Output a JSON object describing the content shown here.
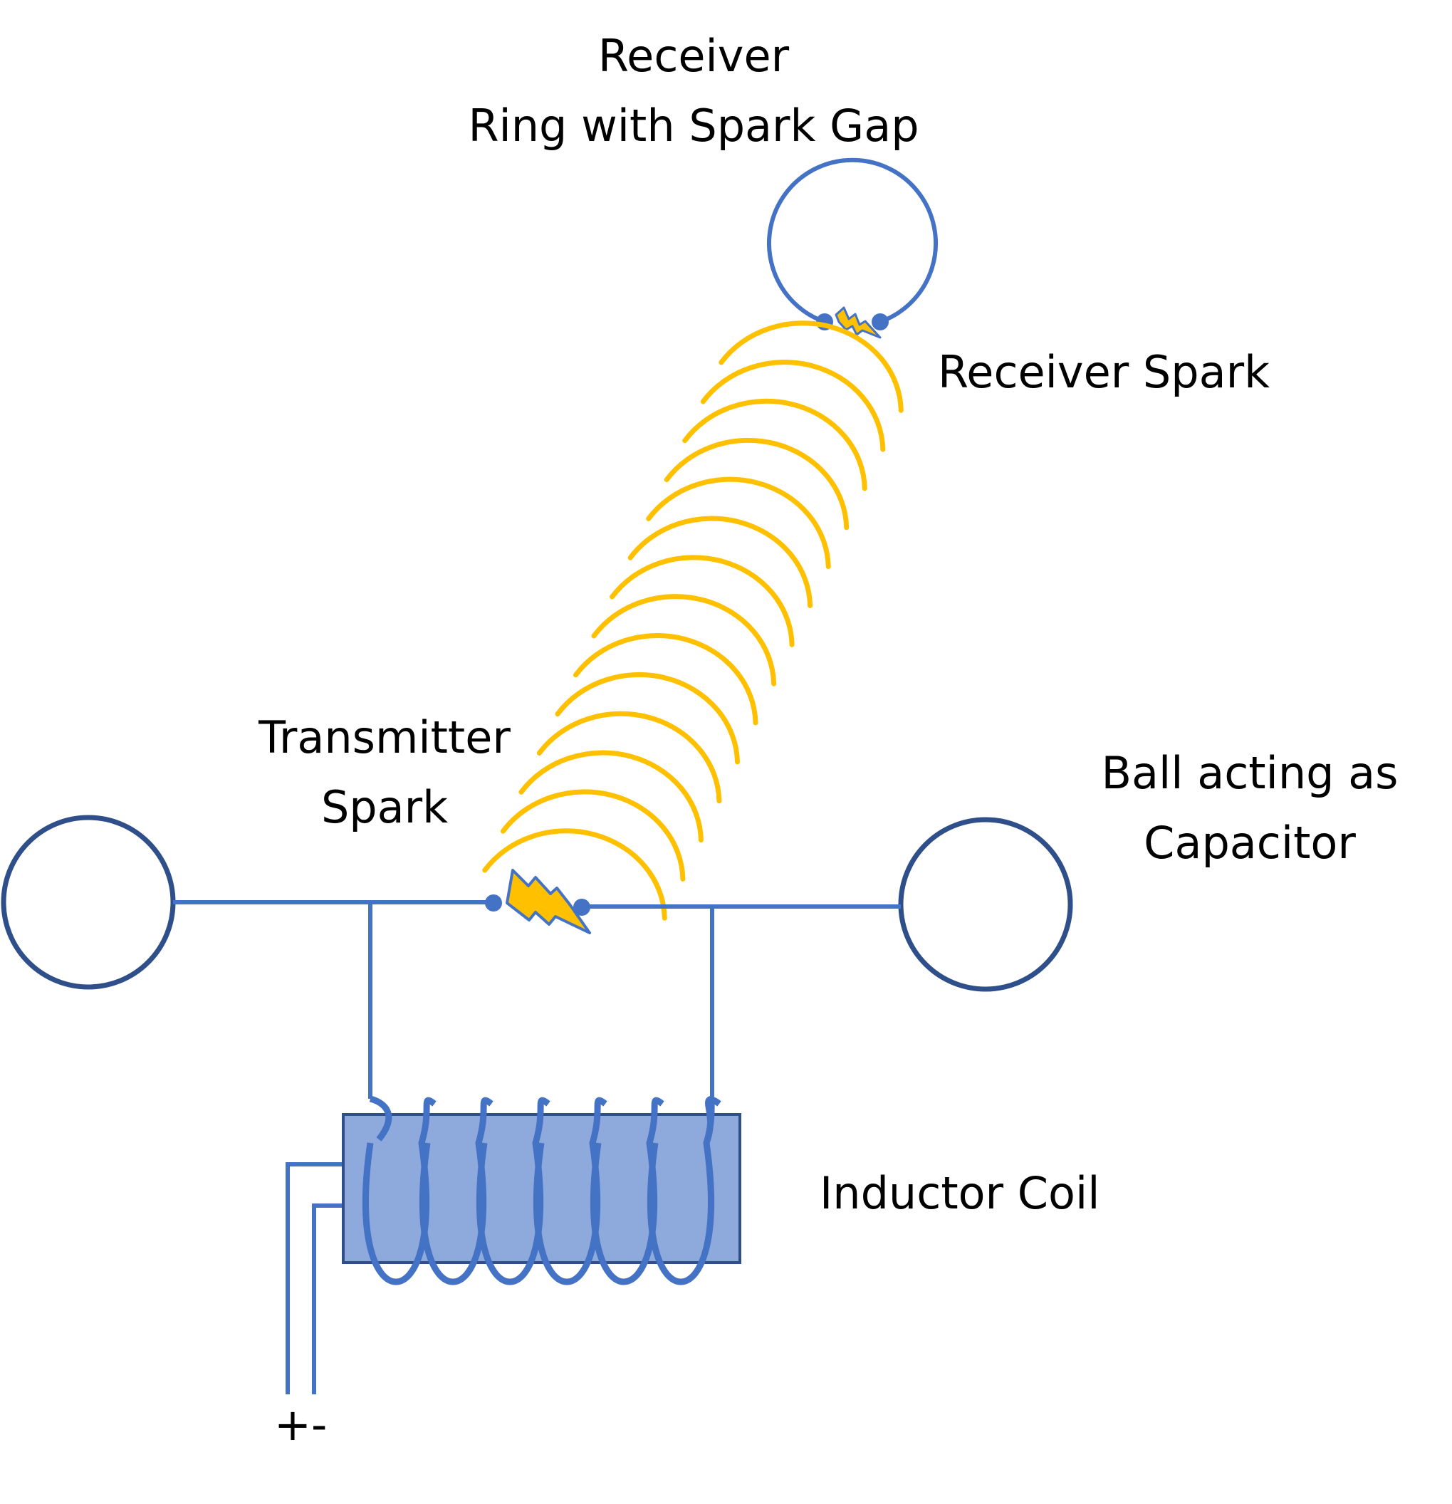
{
  "labels": {
    "receiver_line1": "Receiver",
    "receiver_line2": "Ring with Spark Gap",
    "receiver_spark": "Receiver Spark",
    "transmitter_line1": "Transmitter",
    "transmitter_line2": "Spark",
    "ball_line1": "Ball acting as",
    "ball_line2": "Capacitor",
    "inductor": "Inductor Coil",
    "polarity": "+-"
  },
  "colors": {
    "wire": "#4472C4",
    "ball_outline": "#2F4F8A",
    "wave": "#FFC000",
    "coil_fill": "#8EA9DB",
    "spark_fill": "#FFC000",
    "spark_outline": "#4472C4",
    "text": "#000000"
  },
  "icons": {
    "transmitter_spark": "lightning-bolt-icon",
    "receiver_spark": "lightning-bolt-icon"
  }
}
